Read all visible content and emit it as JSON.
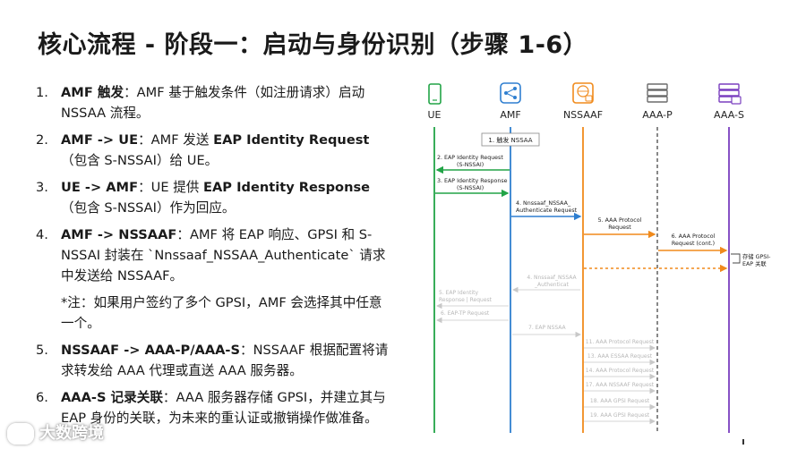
{
  "title": "核心流程 - 阶段一：启动与身份识别（步骤 1-6）",
  "steps": [
    {
      "num": "1.",
      "lead": "AMF 触发",
      "text": "：AMF 基于触发条件（如注册请求）启动 NSSAA 流程。"
    },
    {
      "num": "2.",
      "lead": "AMF -> UE",
      "text1": "：AMF 发送 ",
      "bold1": "EAP Identity Request",
      "text2": "（包含 S-NSSAI）给 UE。"
    },
    {
      "num": "3.",
      "lead": "UE -> AMF",
      "text1": "：UE 提供 ",
      "bold1": "EAP Identity Response",
      "text2": "（包含 S-NSSAI）作为回应。"
    },
    {
      "num": "4.",
      "lead": "AMF -> NSSAAF",
      "text": "：AMF 将 EAP 响应、GPSI 和 S-NSSAI 封装在 `Nnssaaf_NSSAA_Authenticate` 请求中发送给 NSSAAF。"
    },
    {
      "num": "5.",
      "lead": "NSSAAF -> AAA-P/AAA-S",
      "text": "：NSSAAF 根据配置将请求转发给 AAA 代理或直送 AAA 服务器。"
    },
    {
      "num": "6.",
      "lead": "AAA-S 记录关联",
      "text": "：AAA 服务器存储 GPSI，并建立其与 EAP 身份的关联，为未来的重认证或撤销操作做准备。"
    }
  ],
  "note": "*注：如果用户签约了多个 GPSI，AMF 会选择其中任意一个。",
  "diagram": {
    "actors": [
      {
        "label": "UE",
        "color": "#22a447"
      },
      {
        "label": "AMF",
        "color": "#2f7fd0"
      },
      {
        "label": "NSSAAF",
        "color": "#f08a1c"
      },
      {
        "label": "AAA-P",
        "color": "#6b6b6b"
      },
      {
        "label": "AAA-S",
        "color": "#7a3fbf"
      }
    ],
    "step1_box": "1. 触发 NSSAA",
    "msgs_active": [
      {
        "l1": "2. EAP Identity Request",
        "l2": "(S-NSSAI)"
      },
      {
        "l1": "3. EAP Identity Response",
        "l2": "(S-NSSAI)"
      },
      {
        "l1": "4. Nnssaaf_NSSAA_",
        "l2": "Authenticate Request"
      },
      {
        "l1": "5. AAA Protocol",
        "l2": "Request"
      },
      {
        "l1": "6. AAA Protocol",
        "l2": "Request (cont.)"
      }
    ],
    "self_note": {
      "l1": "存储 GPSI-",
      "l2": "EAP 关联"
    },
    "msgs_faded": [
      {
        "l1": "4. Nnssaaf_NSSAA",
        "l2": "_Authenticat"
      },
      {
        "l1": "5. EAP Identity",
        "l2": "Response | Request"
      },
      {
        "l1": "6. EAP-TP Request",
        "l2": ""
      },
      {
        "l1": "7. EAP NSSAA",
        "l2": ""
      },
      {
        "l1": "11. AAA Protocol Request",
        "l2": ""
      },
      {
        "l1": "13. AAA ESSAA Request",
        "l2": ""
      },
      {
        "l1": "14. AAA Protocol Request",
        "l2": ""
      },
      {
        "l1": "17. AAA NSSAAF Request",
        "l2": ""
      },
      {
        "l1": "18. AAA GPSI Request",
        "l2": ""
      },
      {
        "l1": "19. AAA GPSI Request",
        "l2": ""
      }
    ]
  },
  "footer": {
    "logo_text": "大数跨境"
  },
  "colors": {
    "ue": "#22a447",
    "amf": "#2f7fd0",
    "nssaaf": "#f08a1c",
    "aaap": "#6b6b6b",
    "aaas": "#7a3fbf"
  }
}
